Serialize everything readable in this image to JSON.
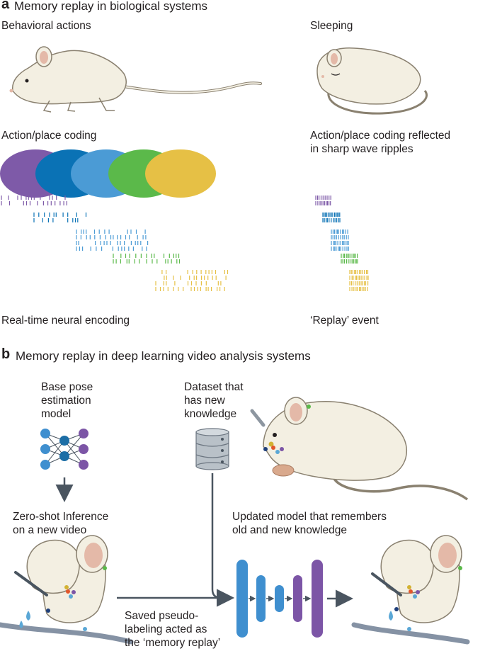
{
  "panel_a": {
    "letter": "a",
    "title": "Memory replay in biological systems",
    "behavior_label": "Behavioral actions",
    "sleep_label": "Sleeping",
    "coding_label": "Action/place coding",
    "ripple_label": "Action/place coding reflected\nin sharp wave ripples",
    "encoding_label": "Real-time neural encoding",
    "replay_label": "‘Replay’ event",
    "place_field_colors": [
      "#7e5aa8",
      "#0a72b5",
      "#4b9bd5",
      "#5bb94a",
      "#e6c045"
    ]
  },
  "panel_b": {
    "letter": "b",
    "title": "Memory replay in deep learning video analysis systems",
    "base_model_label": "Base pose\nestimation\nmodel",
    "dataset_label": "Dataset that\nhas new\nknowledge",
    "zero_shot_label": "Zero-shot Inference\non a new video",
    "updated_model_label": "Updated model that remembers\nold and new knowledge",
    "pseudo_label": "Saved pseudo-\nlabeling acted as\nthe ‘memory replay’",
    "network_colors": {
      "blue": "#3f8fcf",
      "purple": "#7c55a6"
    }
  },
  "colors": {
    "mouse_fill": "#f3efe2",
    "mouse_stroke": "#8a8170",
    "ear": "#e4b9a8",
    "arrow": "#4a5560",
    "db": "#b9c1c8"
  }
}
